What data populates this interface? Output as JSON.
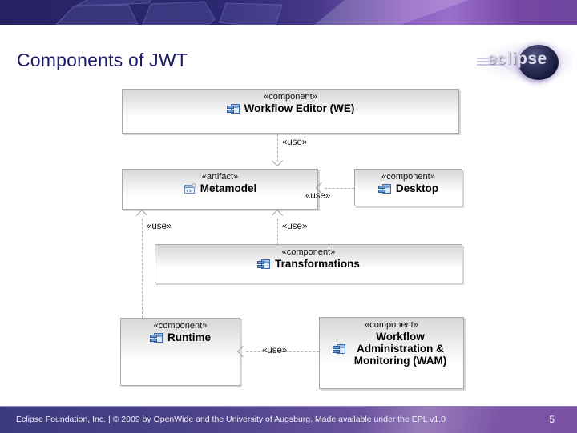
{
  "slide": {
    "title": "Components of JWT",
    "page_number": "5",
    "footer_text": "Eclipse Foundation, Inc. | © 2009 by OpenWide and the University of Augsburg. Made available under the EPL v1.0"
  },
  "logo": {
    "text": "eclipse"
  },
  "diagram": {
    "boxes": [
      {
        "id": "workflow-editor",
        "stereotype": "«component»",
        "name": "Workflow Editor (WE)",
        "kind": "component"
      },
      {
        "id": "metamodel",
        "stereotype": "«artifact»",
        "name": "Metamodel",
        "kind": "artifact"
      },
      {
        "id": "desktop",
        "stereotype": "«component»",
        "name": "Desktop",
        "kind": "component"
      },
      {
        "id": "transformations",
        "stereotype": "«component»",
        "name": "Transformations",
        "kind": "component"
      },
      {
        "id": "runtime",
        "stereotype": "«component»",
        "name": "Runtime",
        "kind": "component"
      },
      {
        "id": "wam",
        "stereotype": "«component»",
        "name": "Workflow Administration & Monitoring (WAM)",
        "kind": "component"
      }
    ],
    "connectors": [
      {
        "from": "workflow-editor",
        "to": "metamodel",
        "label": "«use»"
      },
      {
        "from": "desktop",
        "to": "metamodel",
        "label": "«use»"
      },
      {
        "from": "runtime",
        "to": "metamodel",
        "label": "«use»"
      },
      {
        "from": "transformations",
        "to": "metamodel",
        "label": "«use»"
      },
      {
        "from": "wam",
        "to": "runtime",
        "label": "«use»"
      }
    ]
  },
  "colors": {
    "header_left": "#262262",
    "header_right": "#7447a3",
    "footer_left": "#3c3a7e",
    "footer_right": "#7b52a3",
    "title_text": "#1b1b66",
    "component_icon_blue": "#6f97cd",
    "box_border": "#a9a9a9"
  }
}
